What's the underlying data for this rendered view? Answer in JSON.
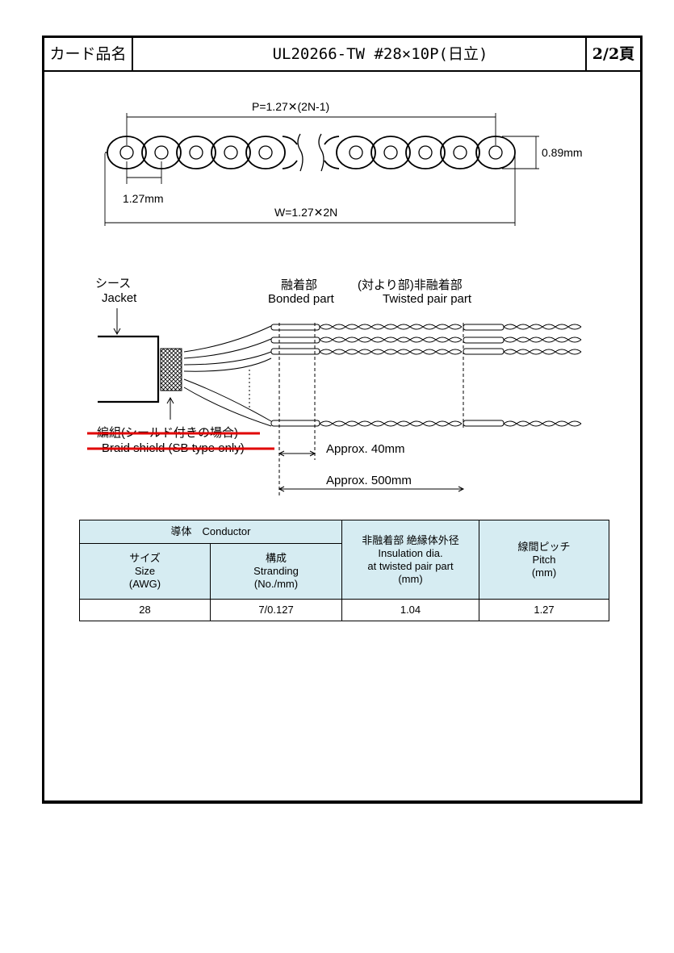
{
  "header": {
    "card_label": "カード品名",
    "title": "UL20266-TW #28×10P(日立)",
    "page": "2/2頁"
  },
  "cross_section": {
    "pitch_formula": "P=1.27✕(2N-1)",
    "thickness": "0.89mm",
    "pitch": "1.27mm",
    "width_formula": "W=1.27✕2N"
  },
  "side_view": {
    "jacket_jp": "シース",
    "jacket_en": "Jacket",
    "bonded_jp": "融着部",
    "bonded_en": "Bonded part",
    "twisted_jp": "(対より部)非融着部",
    "twisted_en": "Twisted pair part",
    "braid_jp": "編組(シールド付きの場合)",
    "braid_en": "Braid shield (SB type only)",
    "approx_40": "Approx. 40mm",
    "approx_500": "Approx. 500mm"
  },
  "table": {
    "conductor_header": "導体　Conductor",
    "size_jp": "サイズ",
    "size_en": "Size",
    "size_unit": "(AWG)",
    "strand_jp": "構成",
    "strand_en": "Stranding",
    "strand_unit": "(No./mm)",
    "ins_jp": "非融着部 絶縁体外径",
    "ins_en1": "Insulation dia.",
    "ins_en2": "at twisted pair part",
    "ins_unit": "(mm)",
    "pitch_jp": "線間ピッチ",
    "pitch_en": "Pitch",
    "pitch_unit": "(mm)",
    "row": {
      "size": "28",
      "stranding": "7/0.127",
      "insulation": "1.04",
      "pitch": "1.27"
    }
  }
}
